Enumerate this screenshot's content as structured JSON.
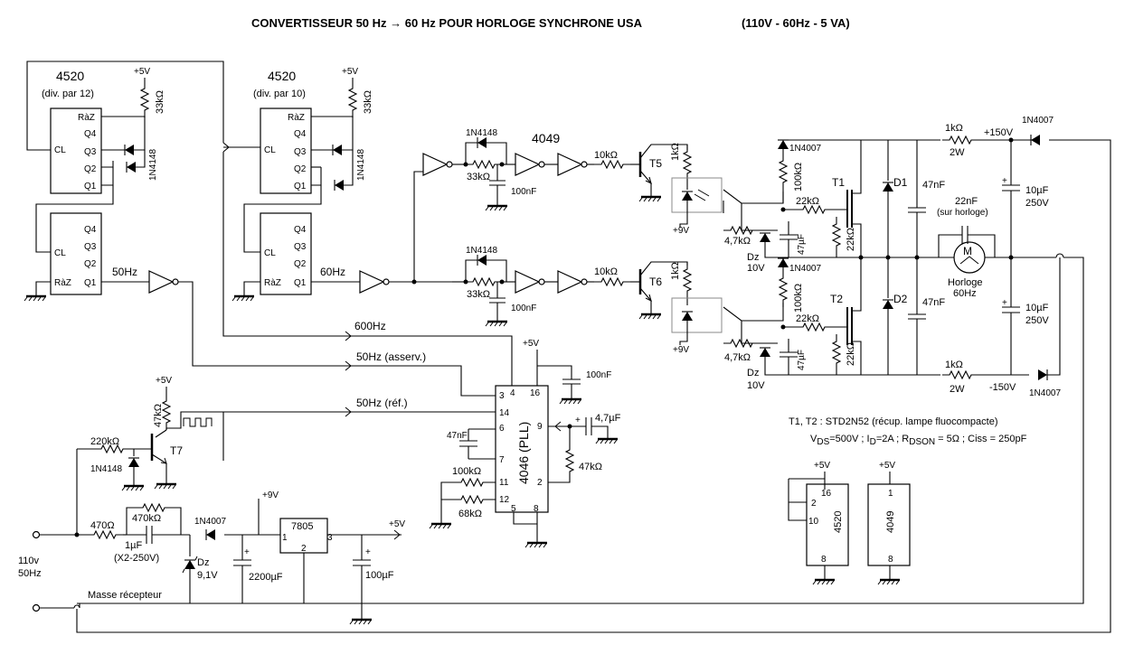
{
  "title": "CONVERTISSEUR 50 Hz → 60 Hz  POUR  HORLOGE  SYNCHRONE  USA",
  "title_rating": "(110V - 60Hz - 5 VA)",
  "ic1": {
    "name": "4520",
    "desc": "(div. par 12)",
    "pins": [
      "RàZ",
      "Q4",
      "Q3",
      "Q2",
      "Q1",
      "CL"
    ],
    "resistor": "33kΩ",
    "diode": "1N4148",
    "supply": "+5V"
  },
  "ic1b": {
    "pins": [
      "Q4",
      "Q3",
      "Q2",
      "Q1",
      "CL",
      "RàZ"
    ],
    "out": "50Hz"
  },
  "ic2": {
    "name": "4520",
    "desc": "(div. par 10)",
    "pins": [
      "RàZ",
      "Q4",
      "Q3",
      "Q2",
      "Q1",
      "CL"
    ],
    "resistor": "33kΩ",
    "diode": "1N4148",
    "supply": "+5V"
  },
  "ic2b": {
    "pins": [
      "Q4",
      "Q3",
      "Q2",
      "Q1",
      "CL",
      "RàZ"
    ],
    "out": "60Hz"
  },
  "drv": {
    "d1": "1N4148",
    "d2": "1N4148",
    "r1": "33kΩ",
    "r2": "33kΩ",
    "c1": "100nF",
    "c2": "100nF",
    "gate": "4049",
    "rb1": "10kΩ",
    "rb2": "10kΩ",
    "t5": "T5",
    "t6": "T6",
    "rc1": "1kΩ",
    "rc2": "1kΩ",
    "v1": "+9V",
    "v2": "+9V"
  },
  "hv": {
    "d1": "1N4007",
    "d2": "1N4007",
    "r1": "100kΩ",
    "r2": "100kΩ",
    "rg1": "22kΩ",
    "rg2": "22kΩ",
    "rgs1": "22kΩ",
    "rgs2": "22kΩ",
    "rb1": "4,7kΩ",
    "rb2": "4,7kΩ",
    "c1": "47µF",
    "c2": "47µF",
    "dz1": "Dz",
    "dz1v": "10V",
    "dz2": "Dz",
    "dz2v": "10V",
    "t1": "T1",
    "t2": "T2",
    "dd1": "D1",
    "dd2": "D2",
    "cp1": "47nF",
    "cp2": "47nF",
    "rs1": "1kΩ",
    "rs1w": "2W",
    "rs2": "1kΩ",
    "rs2w": "2W",
    "vp": "+150V",
    "vn": "-150V",
    "dr1": "1N4007",
    "dr2": "1N4007",
    "ce1": "10µF",
    "ce1v": "250V",
    "ce2": "10µF",
    "ce2v": "250V",
    "ch": "22nF",
    "chd": "(sur horloge)",
    "motor": "M",
    "motor_lbl": "Horloge",
    "motor_f": "60Hz"
  },
  "pll": {
    "name": "4046 (PLL)",
    "sig600": "600Hz",
    "sig_asserv": "50Hz (asserv.)",
    "sig_ref": "50Hz (réf.)",
    "supply": "+5V",
    "cdec": "100nF",
    "c6_7": "47nF",
    "r11": "100kΩ",
    "r12": "68kΩ",
    "r9": "47kΩ",
    "c9": "4,7µF",
    "pins": [
      "3",
      "4",
      "16",
      "14",
      "6",
      "7",
      "11",
      "12",
      "5",
      "8",
      "9",
      "2"
    ]
  },
  "t7": {
    "name": "T7",
    "rc": "47kΩ",
    "supply": "+5V",
    "rb": "220kΩ",
    "diode": "1N4148"
  },
  "psu": {
    "input": "110v",
    "input_f": "50Hz",
    "r470": "470Ω",
    "r470k": "470kΩ",
    "cx": "1µF",
    "cx_desc": "(X2-250V)",
    "dz": "Dz",
    "dzv": "9,1V",
    "d": "1N4007",
    "c2200": "2200µF",
    "v9": "+9V",
    "reg": "7805",
    "reg_pins": [
      "1",
      "2",
      "3"
    ],
    "v5": "+5V",
    "c100": "100µF",
    "ground": "Masse récepteur"
  },
  "notes": {
    "line1": "T1, T2 : STD2N52 (récup. lampe fluocompacte)",
    "vds": "V",
    "vds_sub": "DS",
    "vds_val": "=500V ;  I",
    "id_sub": "D",
    "id_val": "=2A ; R",
    "rds_sub": "DSON",
    "rds_val": " = 5Ω ; Ciss = 250pF"
  },
  "pwr4520": {
    "supply": "+5V",
    "pins": [
      "16",
      "2",
      "10",
      "8"
    ],
    "name": "4520"
  },
  "pwr4049": {
    "supply": "+5V",
    "pins": [
      "1",
      "8"
    ],
    "name": "4049"
  }
}
